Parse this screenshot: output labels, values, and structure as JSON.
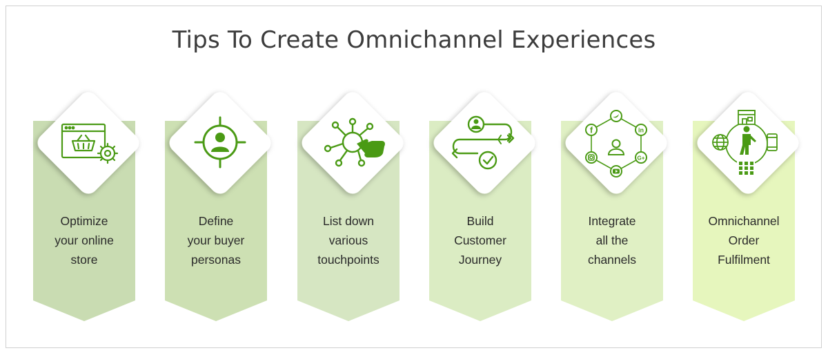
{
  "title": "Tips To Create Omnichannel Experiences",
  "colors": {
    "icon_green": "#4a9a14",
    "banner_1": "#c9dcb2",
    "banner_2": "#cde0b3",
    "banner_3": "#d6e6c2",
    "banner_4": "#dbecc3",
    "banner_5": "#e0f0c4",
    "banner_6": "#e6f6bd"
  },
  "steps": [
    {
      "icon": "online-store-icon",
      "lines": [
        "Optimize",
        "your online",
        "store"
      ]
    },
    {
      "icon": "buyer-persona-target-icon",
      "lines": [
        "Define",
        "your buyer",
        "personas"
      ]
    },
    {
      "icon": "touchpoints-hand-icon",
      "lines": [
        "List down",
        "various",
        "touchpoints"
      ]
    },
    {
      "icon": "customer-journey-icon",
      "lines": [
        "Build",
        "Customer",
        "Journey"
      ]
    },
    {
      "icon": "social-channels-icon",
      "lines": [
        "Integrate",
        "all the",
        "channels"
      ]
    },
    {
      "icon": "order-fulfilment-icon",
      "lines": [
        "Omnichannel",
        "Order",
        "Fulfilment"
      ]
    }
  ]
}
